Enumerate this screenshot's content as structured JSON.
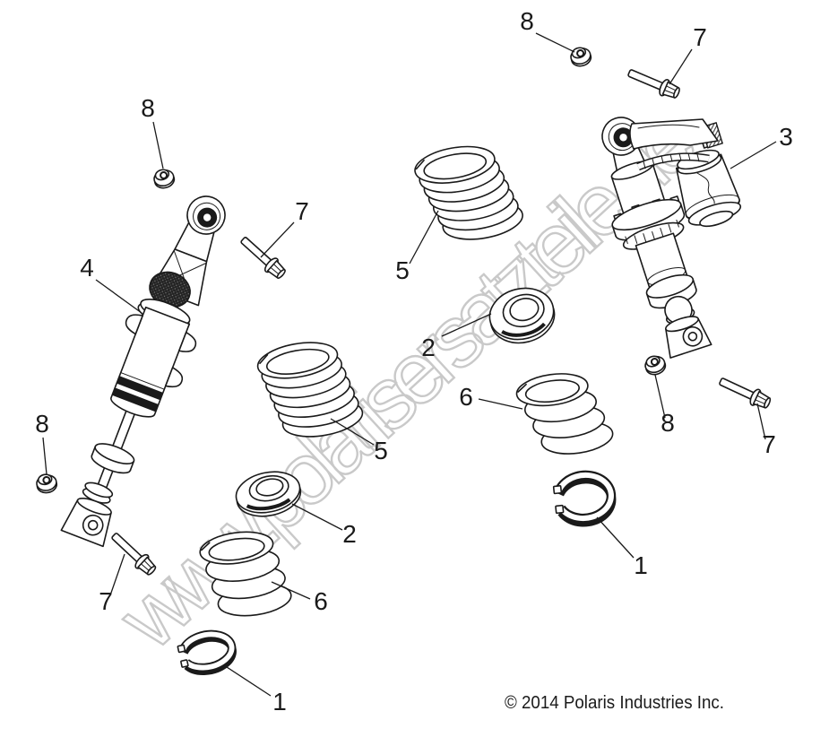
{
  "colors": {
    "line": "#1a1a1a",
    "watermark": "#c9c9c9",
    "background": "#ffffff"
  },
  "watermark": {
    "text": "www.polarisersatzteile.de"
  },
  "footer": {
    "copyright": "© 2014 Polaris Industries Inc."
  },
  "parts": {
    "p1": {
      "callout": "1"
    },
    "p2": {
      "callout": "2"
    },
    "p3": {
      "callout": "3"
    },
    "p4": {
      "callout": "4"
    },
    "p5": {
      "callout": "5"
    },
    "p6": {
      "callout": "6"
    },
    "p7": {
      "callout": "7"
    },
    "p8": {
      "callout": "8"
    }
  }
}
